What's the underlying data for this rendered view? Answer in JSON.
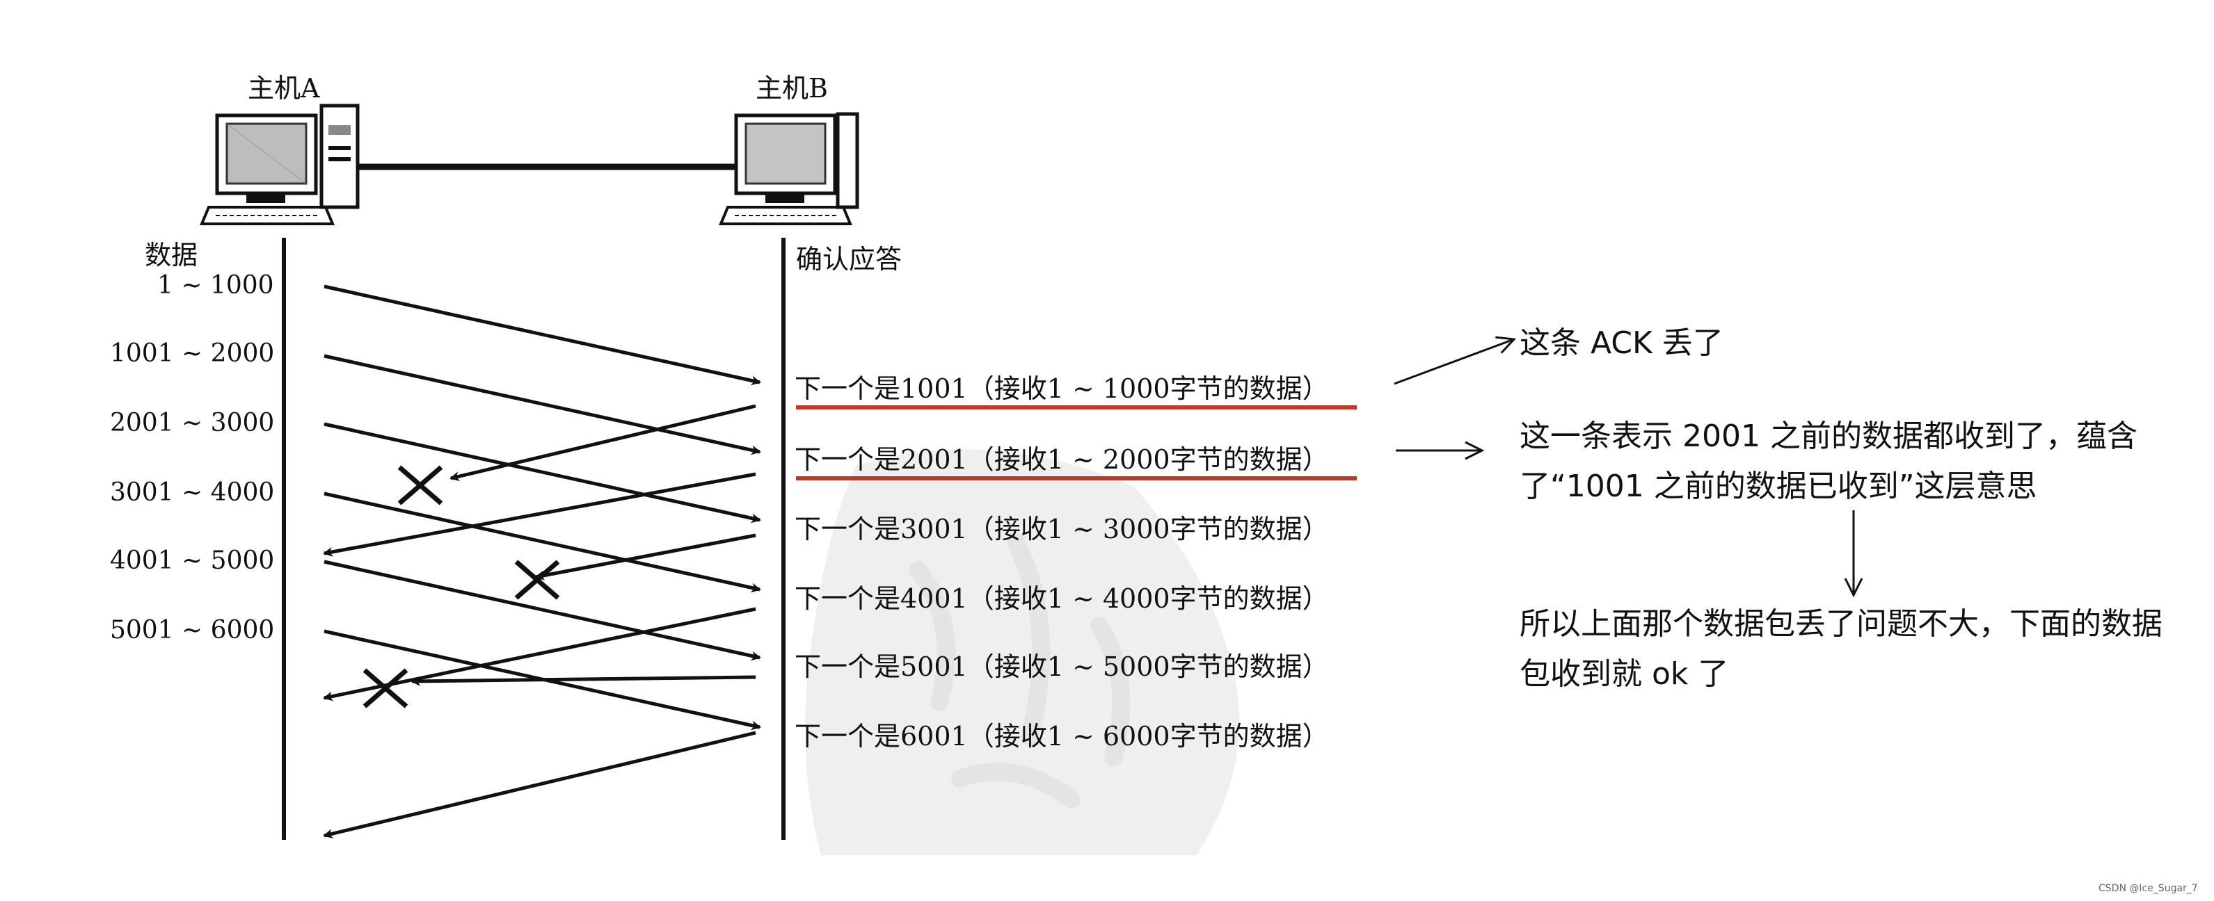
{
  "hosts": {
    "a": "主机A",
    "b": "主机B"
  },
  "columns": {
    "left": "数据",
    "right": "确认应答"
  },
  "segments": [
    "1 ~ 1000",
    "1001 ~ 2000",
    "2001 ~ 3000",
    "3001 ~ 4000",
    "4001 ~ 5000",
    "5001 ~ 6000"
  ],
  "acks": [
    {
      "text": "下一个是1001（接收1 ~ 1000字节的数据）",
      "underlined": true,
      "lost": true
    },
    {
      "text": "下一个是2001（接收1 ~ 2000字节的数据）",
      "underlined": true,
      "lost": false
    },
    {
      "text": "下一个是3001（接收1 ~ 3000字节的数据）",
      "underlined": false,
      "lost": true
    },
    {
      "text": "下一个是4001（接收1 ~ 4000字节的数据）",
      "underlined": false,
      "lost": false
    },
    {
      "text": "下一个是5001（接收1 ~ 5000字节的数据）",
      "underlined": false,
      "lost": true
    },
    {
      "text": "下一个是6001（接收1 ~ 6000字节的数据）",
      "underlined": false,
      "lost": false
    }
  ],
  "annotations": {
    "ack_lost": "这条 ACK 丢了",
    "cumulative": "这一条表示 2001 之前的数据都收到了，蕴含了“1001 之前的数据已收到”这层意思",
    "conclusion": "所以上面那个数据包丢了问题不大，下面的数据包收到就 ok 了"
  },
  "credit": "CSDN @Ice_Sugar_7",
  "colors": {
    "underline": "#c0392b",
    "ink": "#111111",
    "watermark": "#d9d9d9"
  }
}
